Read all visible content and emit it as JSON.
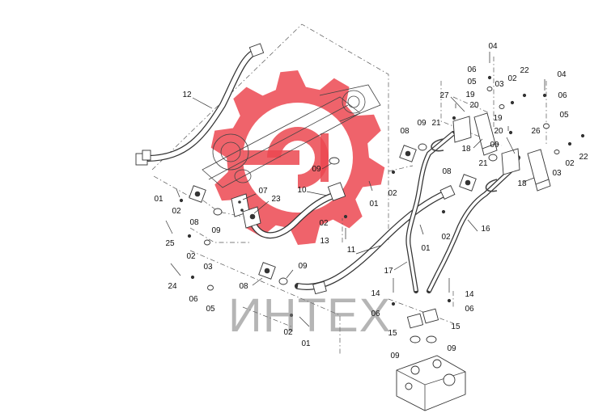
{
  "diagram": {
    "watermark": {
      "text": "ИНТЕХ",
      "gear_color": "#e8202a",
      "text_color": "#8a8a8a"
    },
    "labels": [
      {
        "id": "12",
        "text": "12"
      },
      {
        "id": "01a",
        "text": "01"
      },
      {
        "id": "02a",
        "text": "02"
      },
      {
        "id": "08a",
        "text": "08"
      },
      {
        "id": "09a",
        "text": "09"
      },
      {
        "id": "07",
        "text": "07"
      },
      {
        "id": "23",
        "text": "23"
      },
      {
        "id": "10",
        "text": "10"
      },
      {
        "id": "09b",
        "text": "09"
      },
      {
        "id": "02b",
        "text": "02"
      },
      {
        "id": "13",
        "text": "13"
      },
      {
        "id": "25",
        "text": "25"
      },
      {
        "id": "02c",
        "text": "02"
      },
      {
        "id": "03a",
        "text": "03"
      },
      {
        "id": "24",
        "text": "24"
      },
      {
        "id": "06a",
        "text": "06"
      },
      {
        "id": "05a",
        "text": "05"
      },
      {
        "id": "08b",
        "text": "08"
      },
      {
        "id": "09c",
        "text": "09"
      },
      {
        "id": "11",
        "text": "11"
      },
      {
        "id": "02d",
        "text": "02"
      },
      {
        "id": "01b",
        "text": "01"
      },
      {
        "id": "27",
        "text": "27"
      },
      {
        "id": "19a",
        "text": "19"
      },
      {
        "id": "20a",
        "text": "20"
      },
      {
        "id": "21a",
        "text": "21"
      },
      {
        "id": "09d",
        "text": "09"
      },
      {
        "id": "08c",
        "text": "08"
      },
      {
        "id": "02e",
        "text": "02"
      },
      {
        "id": "01c",
        "text": "01"
      },
      {
        "id": "18a",
        "text": "18"
      },
      {
        "id": "04a",
        "text": "04"
      },
      {
        "id": "06b",
        "text": "06"
      },
      {
        "id": "05b",
        "text": "05"
      },
      {
        "id": "03b",
        "text": "03"
      },
      {
        "id": "02f",
        "text": "02"
      },
      {
        "id": "22a",
        "text": "22"
      },
      {
        "id": "19b",
        "text": "19"
      },
      {
        "id": "20b",
        "text": "20"
      },
      {
        "id": "26",
        "text": "26"
      },
      {
        "id": "09e",
        "text": "09"
      },
      {
        "id": "04b",
        "text": "04"
      },
      {
        "id": "06c",
        "text": "06"
      },
      {
        "id": "05c",
        "text": "05"
      },
      {
        "id": "03c",
        "text": "03"
      },
      {
        "id": "02g",
        "text": "02"
      },
      {
        "id": "22b",
        "text": "22"
      },
      {
        "id": "18b",
        "text": "18"
      },
      {
        "id": "21b",
        "text": "21"
      },
      {
        "id": "08d",
        "text": "08"
      },
      {
        "id": "02h",
        "text": "02"
      },
      {
        "id": "01d",
        "text": "01"
      },
      {
        "id": "16",
        "text": "16"
      },
      {
        "id": "17",
        "text": "17"
      },
      {
        "id": "14a",
        "text": "14"
      },
      {
        "id": "06d",
        "text": "06"
      },
      {
        "id": "15a",
        "text": "15"
      },
      {
        "id": "09f",
        "text": "09"
      },
      {
        "id": "14b",
        "text": "14"
      },
      {
        "id": "06e",
        "text": "06"
      },
      {
        "id": "15b",
        "text": "15"
      },
      {
        "id": "09g",
        "text": "09"
      },
      {
        "id": "02i",
        "text": "02"
      },
      {
        "id": "01e",
        "text": "01"
      }
    ]
  }
}
